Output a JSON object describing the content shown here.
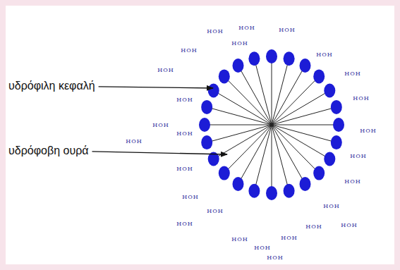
{
  "diagram": {
    "labels": [
      "υδρόφιλη κεφαλή",
      "υδρόφοβη ουρά",
      "HOH",
      "HOH",
      "HOH",
      "HOH",
      "HOH",
      "HOH",
      "HOH",
      "HOH",
      "HOH",
      "HOH",
      "HOH",
      "HOH",
      "HOH",
      "HOH",
      "HOH",
      "HOH",
      "HOH",
      "HOH",
      "HOH",
      "HOH",
      "HOH",
      "HOH",
      "HOH",
      "HOH",
      "HOH",
      "HOH",
      "HOH"
    ]
  }
}
